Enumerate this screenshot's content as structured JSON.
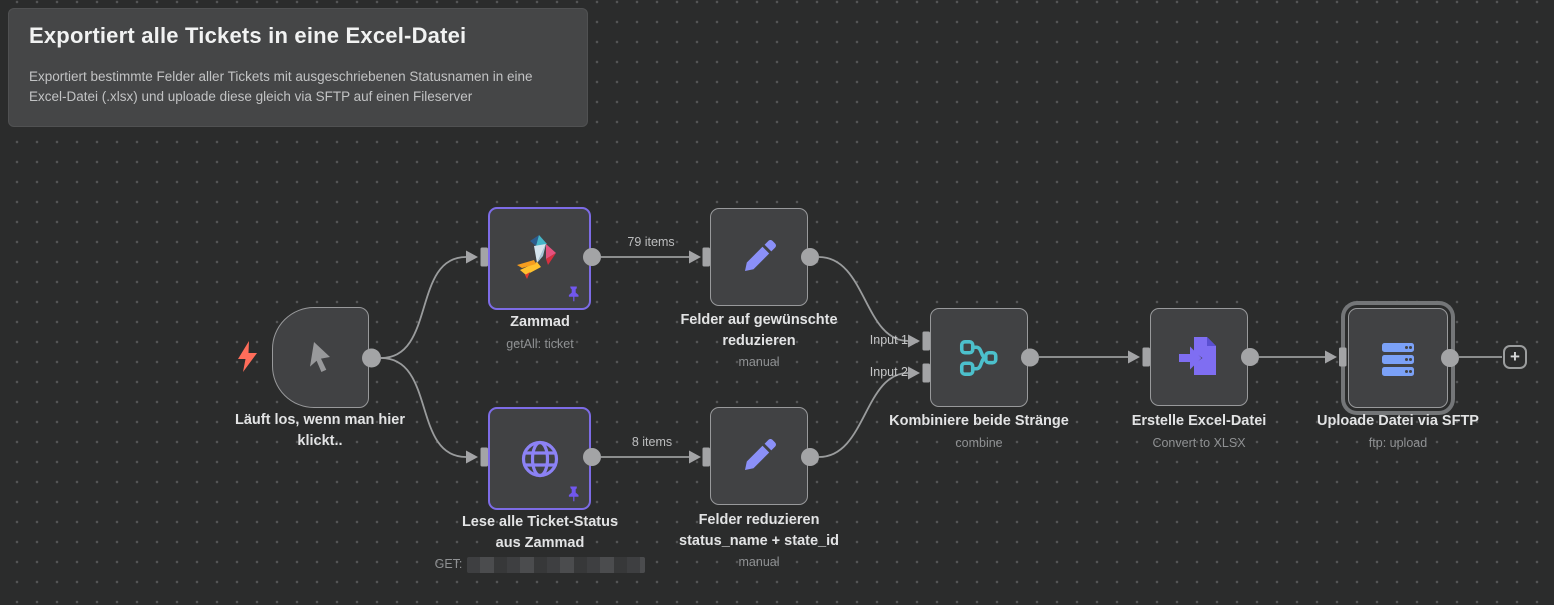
{
  "sticky_note": {
    "title": "Exportiert alle Tickets in eine Excel-Datei",
    "description": "Exportiert bestimmte Felder aller Tickets mit ausgeschriebenen Statusnamen in eine Excel-Datei (.xlsx) und uploade diese gleich via SFTP auf einen Fileserver"
  },
  "nodes": [
    {
      "name": "Läuft los, wenn man hier\nklickt..",
      "subtitle": "",
      "icon": "cursor-icon",
      "type": "manual-trigger"
    },
    {
      "name": "Zammad",
      "subtitle": "getAll: ticket",
      "icon": "zammad-bird-icon",
      "pinned": true
    },
    {
      "name": "Felder auf gewünschte\nreduzieren",
      "subtitle": "manual",
      "icon": "edit-pencil-icon"
    },
    {
      "name": "Lese alle Ticket-Status\naus Zammad",
      "subtitle": "GET:",
      "subtitle_redacted": true,
      "icon": "globe-icon",
      "pinned": true
    },
    {
      "name": "Felder reduzieren\nstatus_name + state_id",
      "subtitle": "manual",
      "icon": "edit-pencil-icon"
    },
    {
      "name": "Kombiniere beide Stränge",
      "subtitle": "combine",
      "icon": "merge-icon"
    },
    {
      "name": "Erstelle Excel-Datei",
      "subtitle": "Convert to XLSX",
      "icon": "file-convert-icon"
    },
    {
      "name": "Uploade Datei via SFTP",
      "subtitle": "ftp: upload",
      "icon": "server-icon",
      "selected": true
    }
  ],
  "edge_labels": {
    "tickets_count": "79 items",
    "status_count": "8 items"
  },
  "merge_input_labels": {
    "input1": "Input 1",
    "input2": "Input 2"
  },
  "add_button": {
    "label": "+"
  },
  "colors": {
    "canvas": "#2b2c2c",
    "node_bg": "#414244",
    "node_border": "#98999b",
    "pinned_border": "#7d6ce6",
    "selection_ring": "#747678",
    "edge": "#9a9c9d",
    "bolt": "#ff6d5a",
    "pencil": "#8b90f8",
    "globe": "#8c82f5",
    "merge": "#4cc0cc",
    "file": "#7f6ef2",
    "server": "#7ba1f7",
    "pin": "#7157ee"
  }
}
